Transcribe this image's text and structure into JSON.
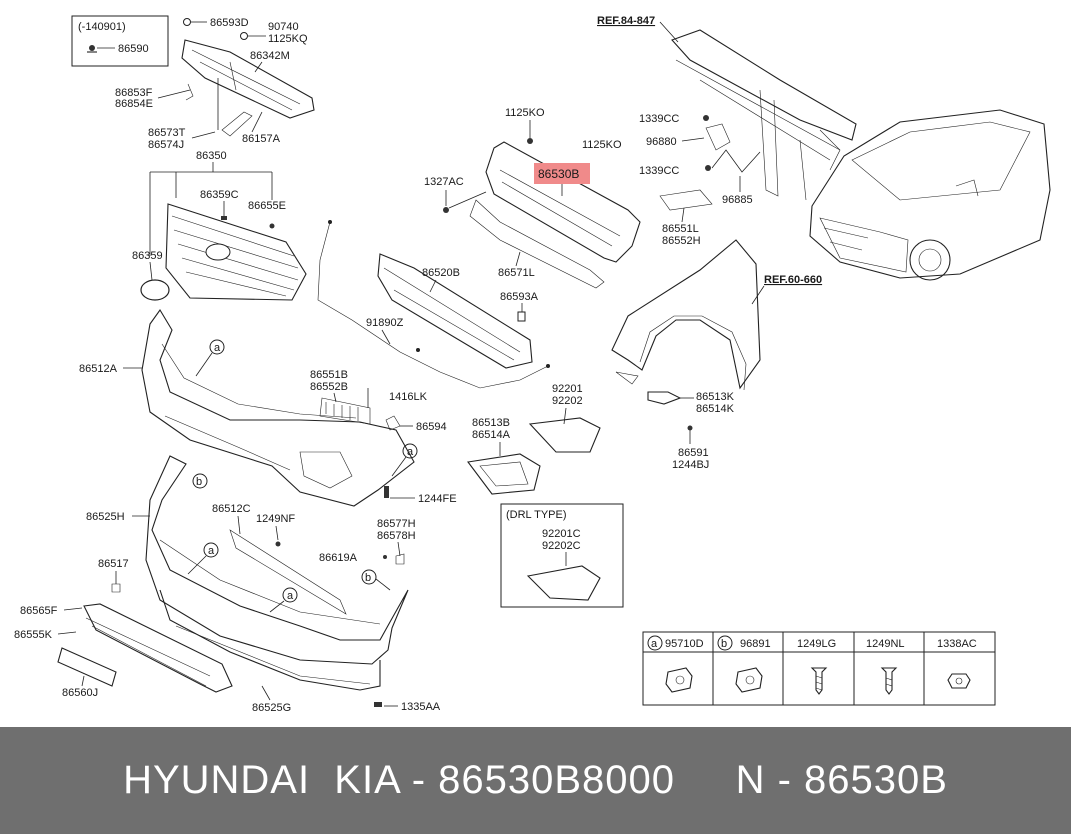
{
  "diagram": {
    "highlight_color": "#f08a8a",
    "inset_top": {
      "label": "(-140901)",
      "part": "86590"
    },
    "inset_drl": {
      "label": "(DRL TYPE)",
      "parts": [
        "92201C",
        "92202C"
      ]
    },
    "refs": [
      "REF.84-847",
      "REF.60-660"
    ],
    "highlighted_part": "86530B",
    "callouts": {
      "p86593D": "86593D",
      "p90740": "90740",
      "p1125KQ": "1125KQ",
      "p86342M": "86342M",
      "p86853F": "86853F",
      "p86854E": "86854E",
      "p86573T": "86573T",
      "p86574J": "86574J",
      "p86157A": "86157A",
      "p86350": "86350",
      "p86359C": "86359C",
      "p86655E": "86655E",
      "p86359": "86359",
      "p86512A": "86512A",
      "p1125KO_a": "1125KO",
      "p1125KO_b": "1125KO",
      "p1327AC": "1327AC",
      "p86520B": "86520B",
      "p86571L": "86571L",
      "p86593A": "86593A",
      "p91890Z": "91890Z",
      "p1339CC_a": "1339CC",
      "p96880": "96880",
      "p1339CC_b": "1339CC",
      "p96885": "96885",
      "p86551L": "86551L",
      "p86552H": "86552H",
      "p86551B": "86551B",
      "p86552B": "86552B",
      "p1416LK": "1416LK",
      "p86594": "86594",
      "p92201": "92201",
      "p92202": "92202",
      "p86513B": "86513B",
      "p86514A": "86514A",
      "p86513K": "86513K",
      "p86514K": "86514K",
      "p86591": "86591",
      "p1244BJ": "1244BJ",
      "p1244FE": "1244FE",
      "p86525H": "86525H",
      "p86512C": "86512C",
      "p1249NF": "1249NF",
      "p86577H": "86577H",
      "p86578H": "86578H",
      "p86619A": "86619A",
      "p86517": "86517",
      "p86565F": "86565F",
      "p86555K": "86555K",
      "p86560J": "86560J",
      "p86525G": "86525G",
      "p1335AA": "1335AA"
    },
    "circle_letters": {
      "a": "a",
      "b": "b"
    },
    "fastener_table": [
      {
        "marker": "a",
        "code": "95710D"
      },
      {
        "marker": "b",
        "code": "96891"
      },
      {
        "marker": "",
        "code": "1249LG"
      },
      {
        "marker": "",
        "code": "1249NL"
      },
      {
        "marker": "",
        "code": "1338AC"
      }
    ]
  },
  "banner": {
    "text": "HYUNDAI  KIA - 86530B8000     N - 86530B"
  }
}
